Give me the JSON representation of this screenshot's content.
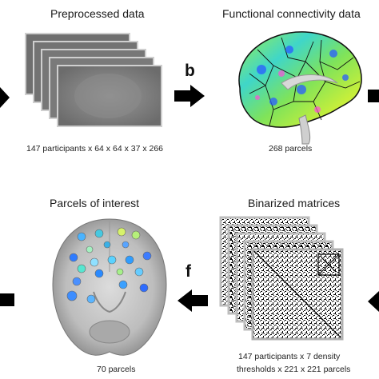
{
  "panels": {
    "preprocessed": {
      "title": "Preprocessed data",
      "caption": "147 participants x 64 x 64 x 37 x 266"
    },
    "connectivity": {
      "title": "Functional connectivity data",
      "caption": "268 parcels"
    },
    "binarized": {
      "title": "Binarized matrices",
      "caption_line1": "147 participants x 7 density",
      "caption_line2": "thresholds x 221 x 221 parcels"
    },
    "parcels": {
      "title": "Parcels of interest",
      "caption": "70 parcels"
    }
  },
  "steps": {
    "b": "b",
    "f": "f"
  },
  "colors": {
    "arrow": "#000000",
    "slice_gray": "#7d7d7d",
    "brain_gray": "#b8b8b8"
  },
  "icons": [
    "arrow-right-icon",
    "arrow-left-icon"
  ]
}
